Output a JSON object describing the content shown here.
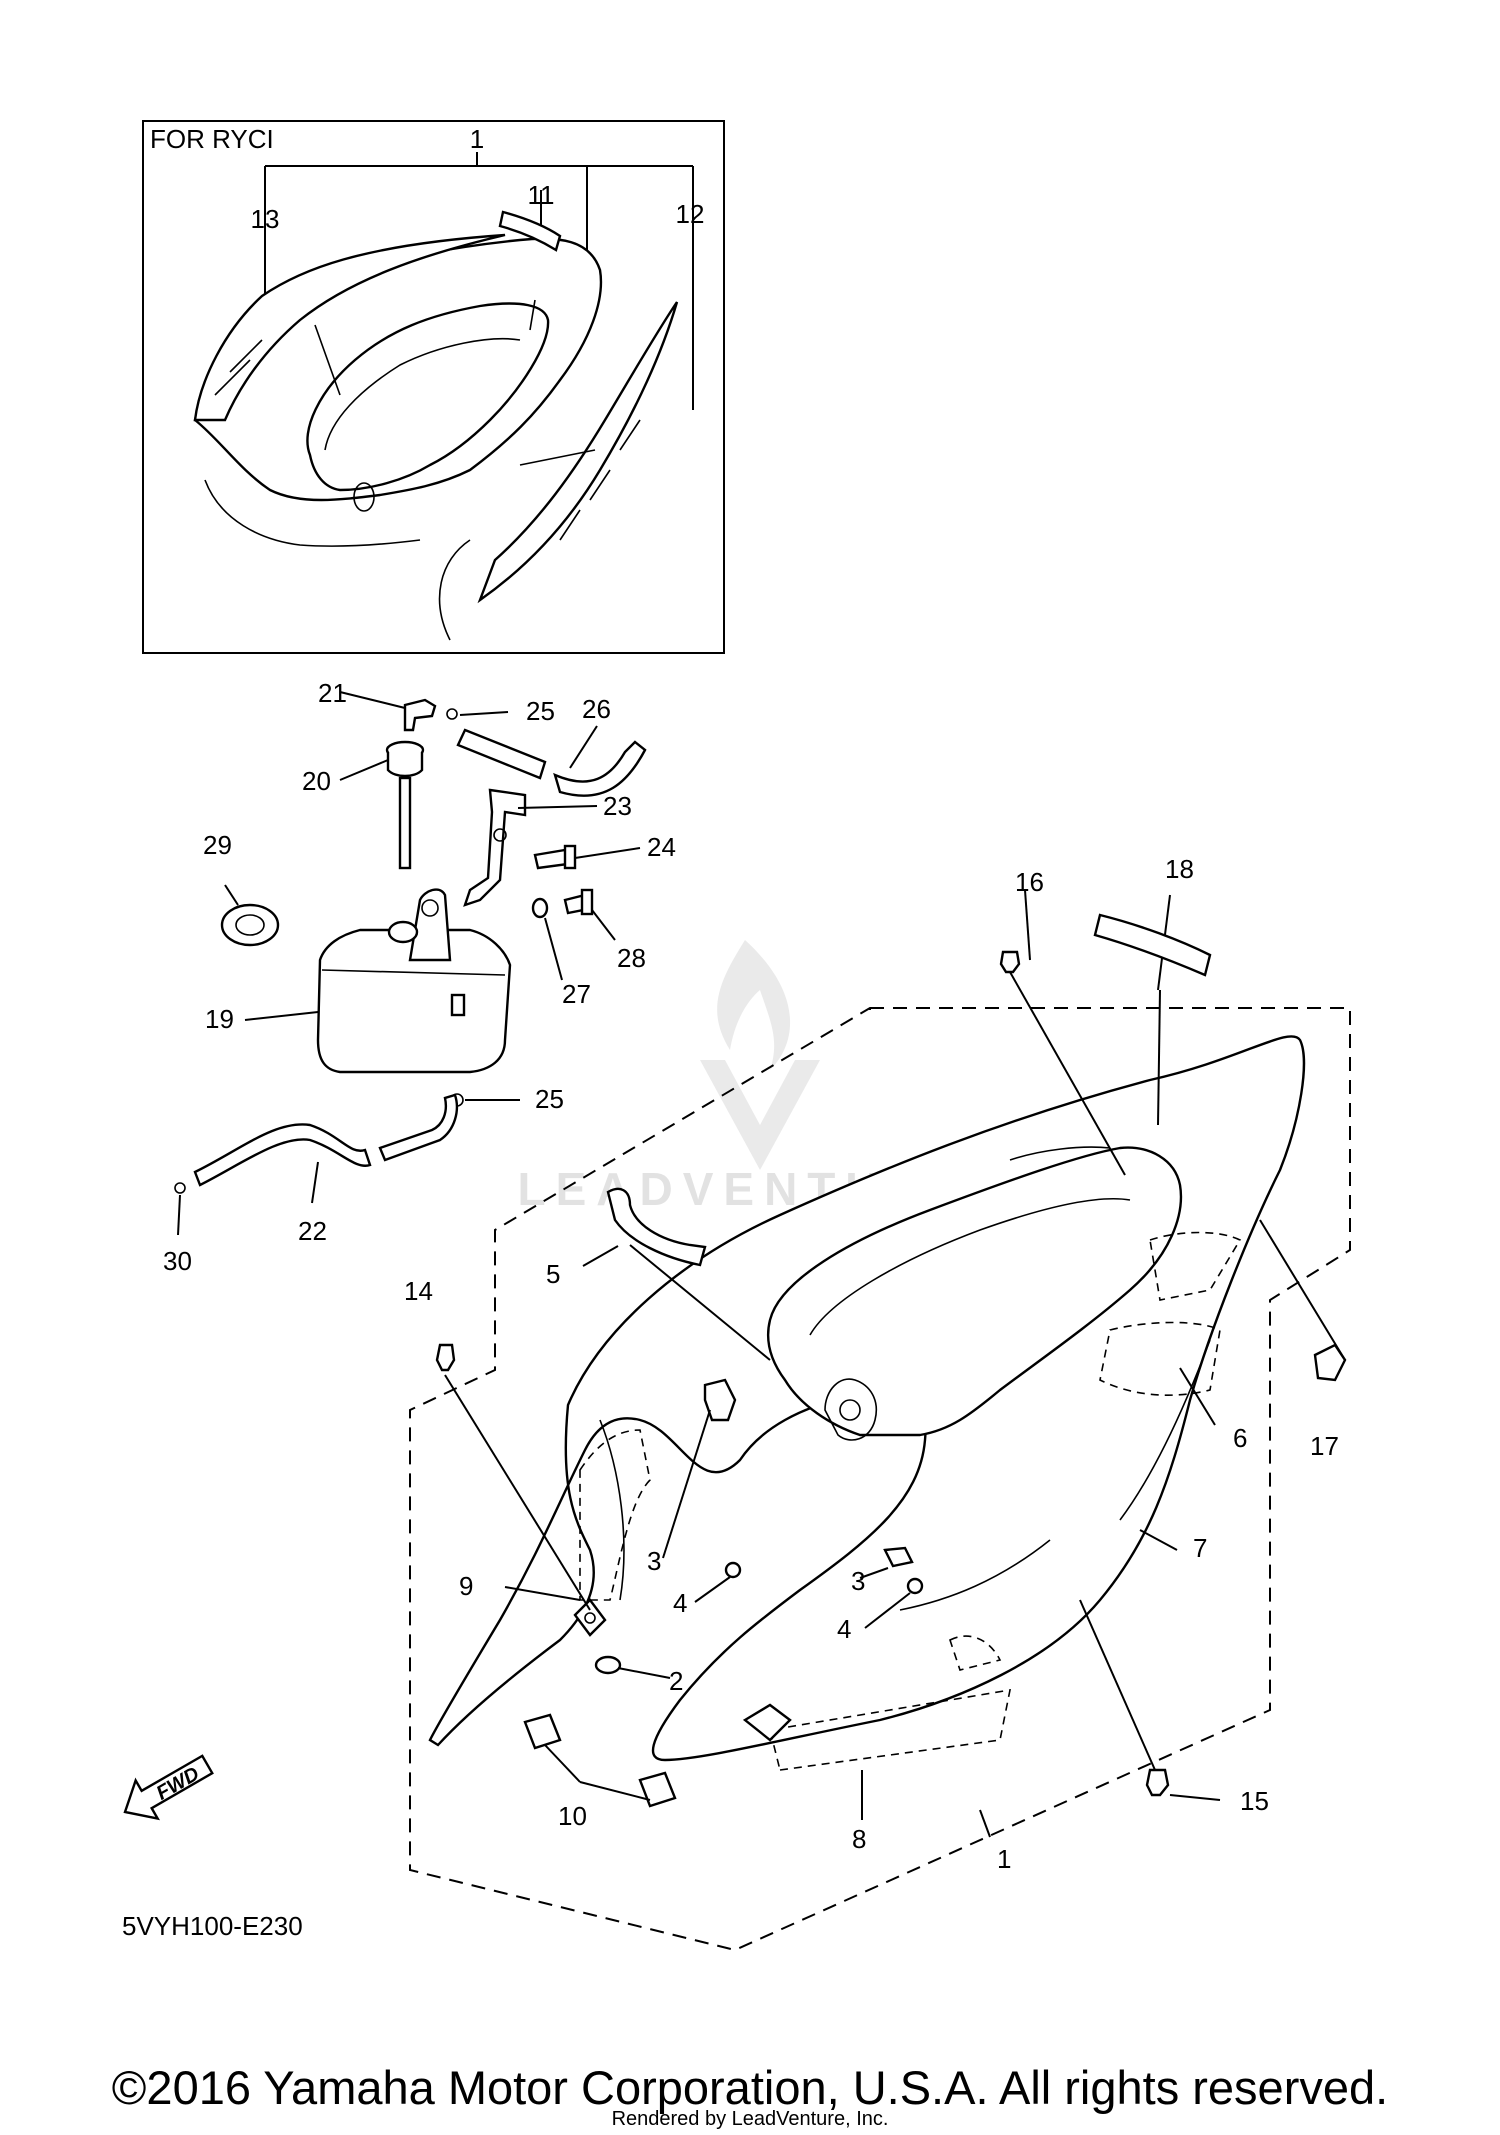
{
  "inset": {
    "title": "FOR RYCI"
  },
  "callouts": {
    "c1_top": "1",
    "c11": "11",
    "c12": "12",
    "c13": "13",
    "c21": "21",
    "c25a": "25",
    "c26": "26",
    "c20": "20",
    "c23": "23",
    "c24": "24",
    "c29": "29",
    "c16": "16",
    "c18": "18",
    "c27": "27",
    "c28": "28",
    "c19": "19",
    "c25b": "25",
    "c30": "30",
    "c22": "22",
    "c5": "5",
    "c14": "14",
    "c17": "17",
    "c6": "6",
    "c3a": "3",
    "c3b": "3",
    "c4a": "4",
    "c4b": "4",
    "c7": "7",
    "c9": "9",
    "c2": "2",
    "c10": "10",
    "c8": "8",
    "c1_bottom": "1",
    "c15": "15"
  },
  "fwd_badge": "FWD",
  "diagram_code": "5VYH100-E230",
  "watermark": "LEADVENTURE",
  "footer": {
    "copyright": "©2016 Yamaha Motor Corporation, U.S.A. All rights reserved.",
    "rendered_by": "Rendered by LeadVenture, Inc."
  }
}
